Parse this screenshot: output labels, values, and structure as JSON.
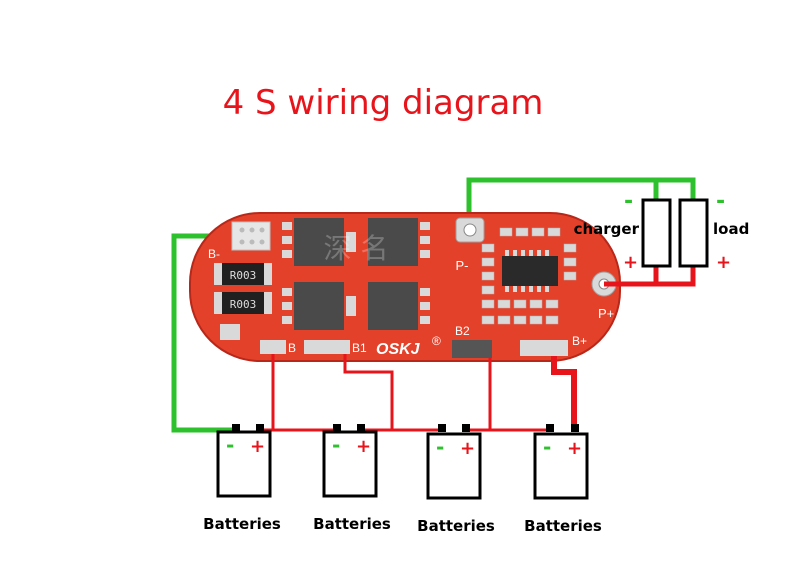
{
  "title": "4 S wiring diagram",
  "colors": {
    "title": "#e8141b",
    "wire_red": "#e8141b",
    "wire_green": "#2ec12e",
    "board": "#e4412a",
    "board_dark": "#b8281a",
    "component": "#3c3c3c",
    "pad": "#d9d9d9"
  },
  "board": {
    "brand": "OSKJ",
    "registered_mark": "®",
    "watermark": "深 名",
    "resistor_label": "R003",
    "pad_labels": {
      "b_minus": "B-",
      "p_minus": "P-",
      "p_plus": "P+",
      "b": "B",
      "b1": "B1",
      "b2": "B2",
      "b_plus": "B+"
    }
  },
  "external": {
    "charger_label": "charger",
    "load_label": "load",
    "minus_sign": "-",
    "plus_sign": "+"
  },
  "batteries": [
    {
      "label": "Batteries",
      "minus": "-",
      "plus": "+"
    },
    {
      "label": "Batteries",
      "minus": "-",
      "plus": "+"
    },
    {
      "label": "Batteries",
      "minus": "-",
      "plus": "+"
    },
    {
      "label": "Batteries",
      "minus": "-",
      "plus": "+"
    }
  ]
}
